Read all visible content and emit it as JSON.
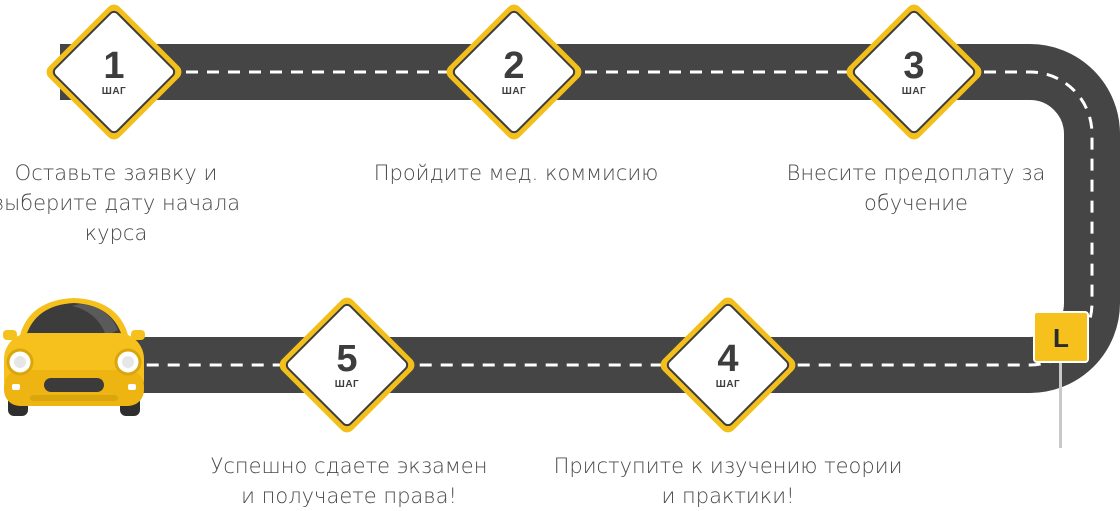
{
  "steps": [
    {
      "number": "1",
      "label": "ШАГ",
      "lines": [
        "Оставьте заявку и",
        "выберите дату начала",
        "курса"
      ]
    },
    {
      "number": "2",
      "label": "ШАГ",
      "lines": [
        "Пройдите мед. коммисию"
      ]
    },
    {
      "number": "3",
      "label": "ШАГ",
      "lines": [
        "Внесите предоплату за",
        "обучение"
      ]
    },
    {
      "number": "4",
      "label": "ШАГ",
      "lines": [
        "Приступите к изучению теории",
        "и практики!"
      ]
    },
    {
      "number": "5",
      "label": "ШАГ",
      "lines": [
        "Успешно сдаете экзамен",
        "и получаете права!"
      ]
    }
  ],
  "road_sign": {
    "letter": "L"
  },
  "colors": {
    "road": "#454545",
    "dash": "#ffffff",
    "sign_border": "#f2bf1b",
    "car": "#f6c11c",
    "text": "#4a4a4a"
  },
  "icons": [
    "yellow-car-icon",
    "l-plate-sign-icon"
  ]
}
